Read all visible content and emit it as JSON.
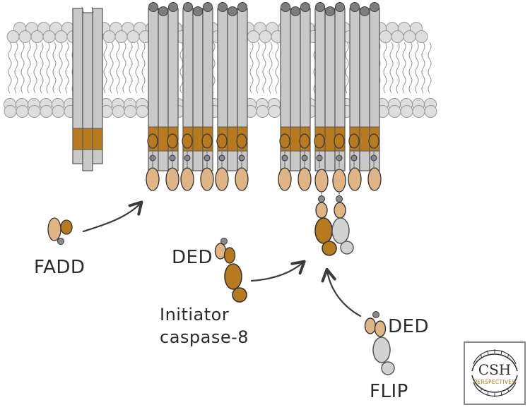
{
  "labels": {
    "fadd": "FADD",
    "ded_caspase": "DED",
    "initiator_line1": "Initiator",
    "initiator_line2": "caspase-8",
    "ded_flip": "DED",
    "flip": "FLIP"
  },
  "logo": {
    "main": "CSH",
    "sub": "PERSPECTIVES"
  },
  "colors": {
    "receptor_fill": "#c9c9c9",
    "receptor_stroke": "#555555",
    "brown": "#b87a1e",
    "tan": "#e0b586",
    "gray_domain": "#d2d2d2",
    "linker": "#777777",
    "lipid_head": "#dedede",
    "arrow": "#3a3a3a",
    "text": "#2b2b2b"
  }
}
